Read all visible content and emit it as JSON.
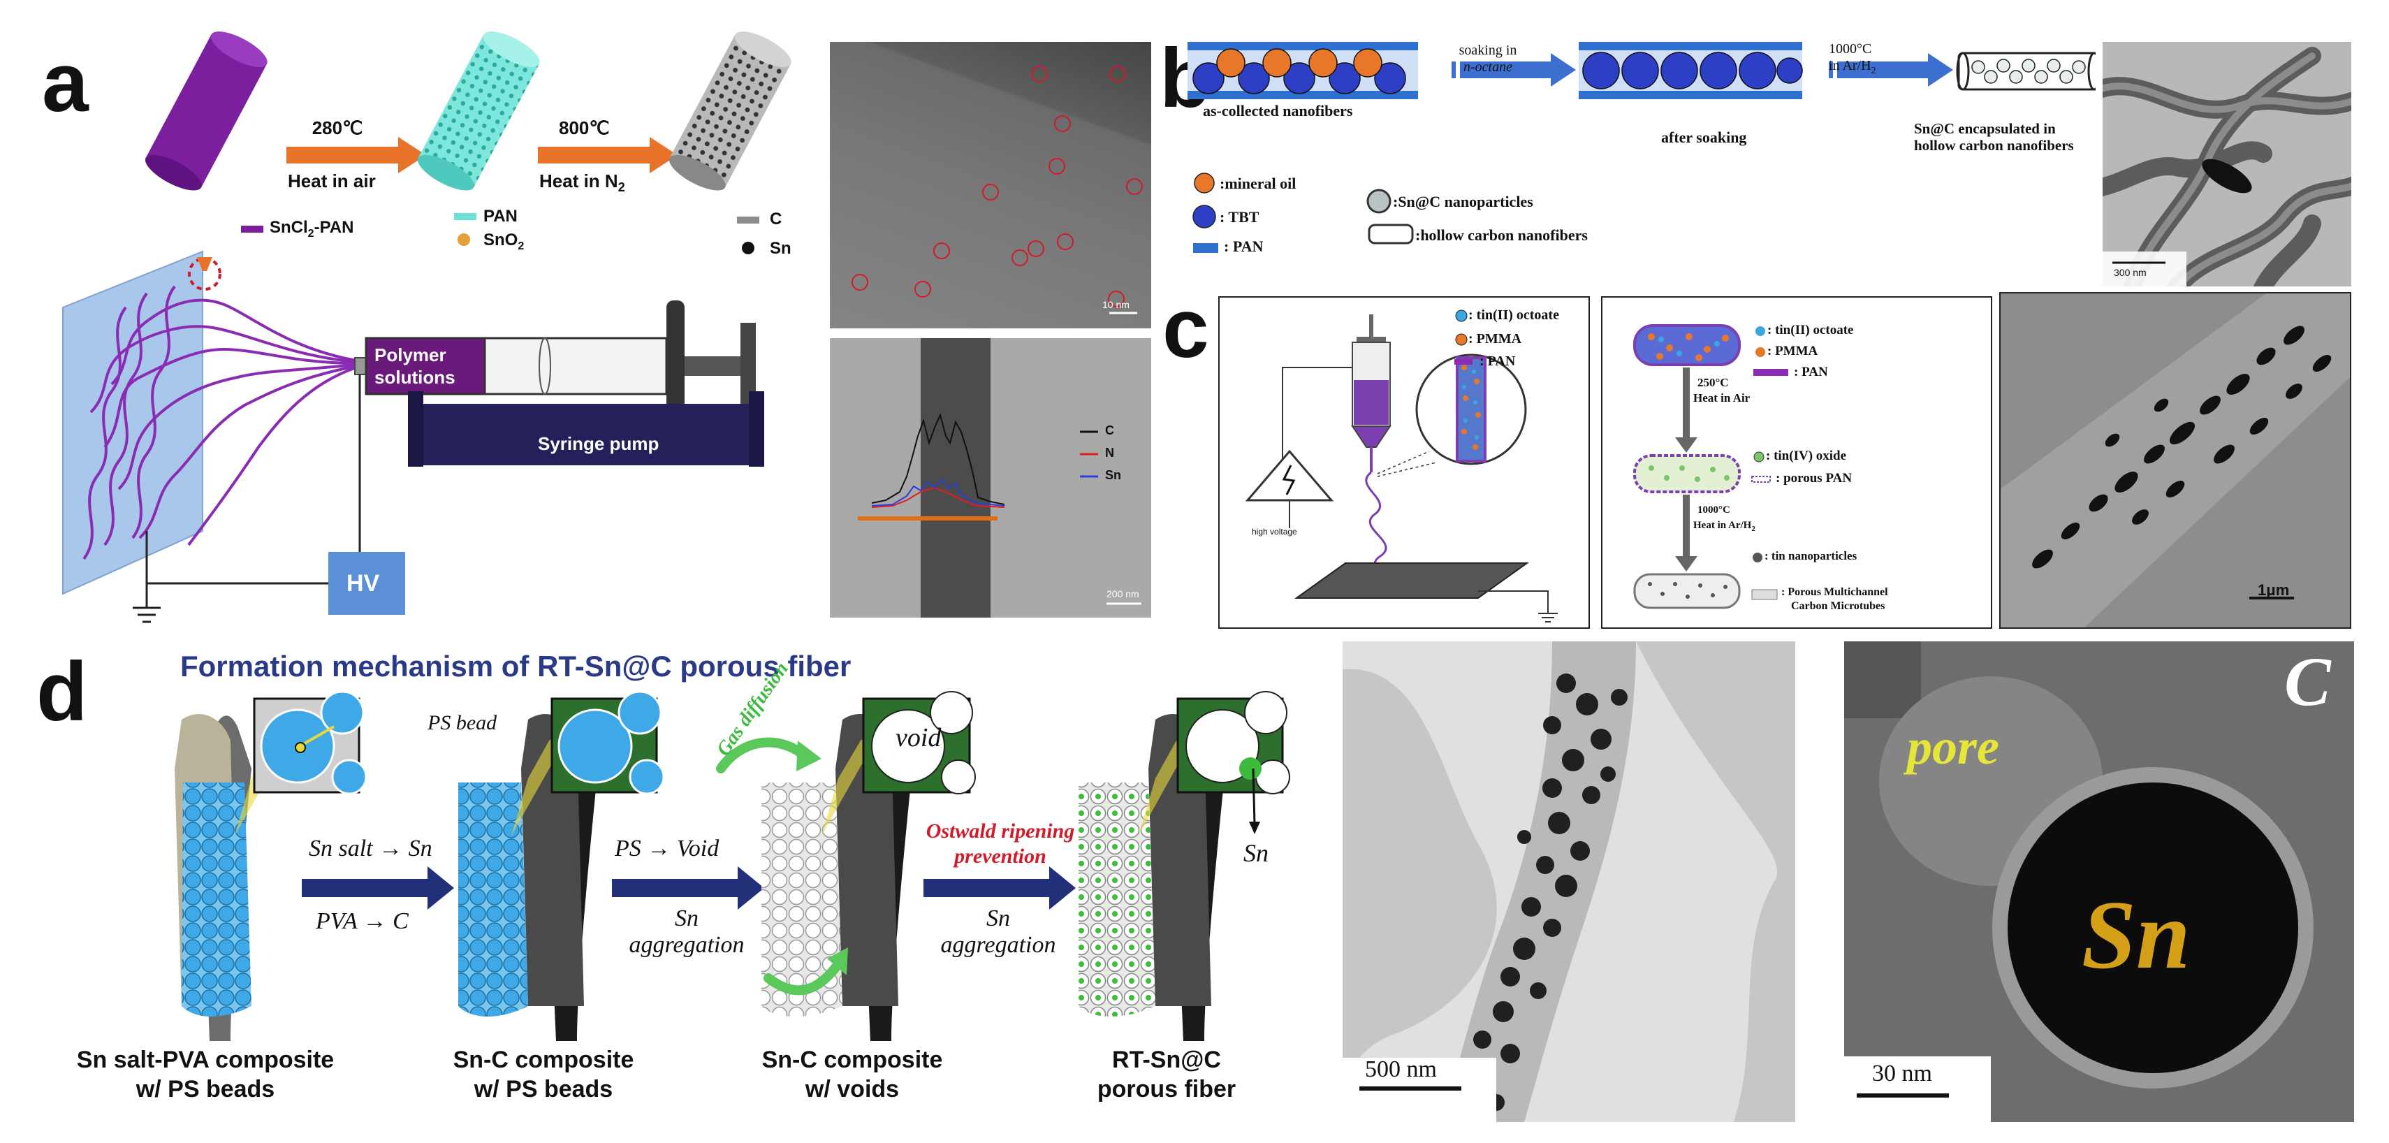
{
  "panels": {
    "a": {
      "letter": "a",
      "step1_temp": "280℃",
      "step1_label": "Heat in air",
      "step2_temp": "800℃",
      "step2_label": "Heat in N",
      "step2_sub": "2",
      "legend_sncl2_pan": "SnCl",
      "legend_sncl2_sub": "2",
      "legend_sncl2_suffix": "-PAN",
      "legend_pan": "PAN",
      "legend_sno2": "SnO",
      "legend_sno2_sub": "2",
      "legend_c": "C",
      "legend_sn": "Sn",
      "polymer_line1": "Polymer",
      "polymer_line2": "solutions",
      "syringe_pump": "Syringe pump",
      "hv": "HV",
      "tem1_scale": "10 nm",
      "tem2_scale": "200 nm",
      "linescan_c": "C",
      "linescan_n": "N",
      "linescan_sn": "Sn"
    },
    "b": {
      "letter": "b",
      "as_collected": "as-collected  nanofibers",
      "soaking_line1": "soaking in",
      "soaking_line2": "n-octane",
      "after_soaking": "after soaking",
      "heat_line1": "1000°C",
      "heat_line2": "in Ar/H",
      "heat_sub": "2",
      "result_line1": "Sn@C encapsulated in",
      "result_line2": "hollow carbon nanofibers",
      "legend_mineral_oil": ":mineral oil",
      "legend_tbt": ": TBT",
      "legend_pan": ": PAN",
      "legend_snc_np": ":Sn@C nanoparticles",
      "legend_hollow": ":hollow carbon nanofibers",
      "tem_scale": "300 nm"
    },
    "c": {
      "letter": "c",
      "left_tin_octoate": ": tin(II) octoate",
      "left_pmma": ": PMMA",
      "left_pan": ": PAN",
      "high_voltage": "high voltage",
      "mid_step1_temp": "250°C",
      "mid_step1_label": "Heat in Air",
      "mid_step2_temp": "1000°C",
      "mid_step2_label": "Heat in Ar/H",
      "mid_step2_sub": "2",
      "mid_tin_octoate": ": tin(II) octoate",
      "mid_pmma": ": PMMA",
      "mid_pan": ": PAN",
      "mid_tin_oxide": ": tin(IV) oxide",
      "mid_porous_pan": ": porous PAN",
      "mid_tin_np": ": tin nanoparticles",
      "mid_pmct_line1": ": Porous Multichannel",
      "mid_pmct_line2": "Carbon Microtubes",
      "tem_scale": "1μm"
    },
    "d": {
      "letter": "d",
      "title": "Formation mechanism of RT-Sn@C porous fiber",
      "ps_bead": "PS bead",
      "arrow1_top": "Sn salt → Sn",
      "arrow1_bottom": "PVA → C",
      "arrow2_top": "PS → Void",
      "arrow2_bottom_line1": "Sn",
      "arrow2_bottom_line2": "aggregation",
      "gas_diffusion": "Gas diffusion",
      "void": "void",
      "arrow3_top_line1": "Ostwald ripening",
      "arrow3_top_line2": "prevention",
      "arrow3_bottom_line1": "Sn",
      "arrow3_bottom_line2": "aggregation",
      "sn_label": "Sn",
      "cap1_line1": "Sn salt-PVA composite",
      "cap1_line2": "w/ PS beads",
      "cap2_line1": "Sn-C composite",
      "cap2_line2": "w/ PS beads",
      "cap3_line1": "Sn-C composite",
      "cap3_line2": "w/ voids",
      "cap4_line1": "RT-Sn@C",
      "cap4_line2": "porous fiber",
      "tem1_scale": "500 nm",
      "hrtem_letter": "C",
      "hrtem_pore": "pore",
      "hrtem_sn": "Sn",
      "hrtem_scale": "30 nm"
    }
  },
  "colors": {
    "purple": "#7a1f9c",
    "cyan": "#6fe0d6",
    "orange_arrow": "#e8722a",
    "blue_arrow": "#2f4fa8",
    "navy_title": "#2b3a86",
    "hv_blue": "#5b8fd6",
    "pump_navy": "#26205a",
    "ps_blue": "#3fa8e6",
    "gold": "#d4a017",
    "red": "#d11a2a",
    "green": "#3dbb3d"
  }
}
